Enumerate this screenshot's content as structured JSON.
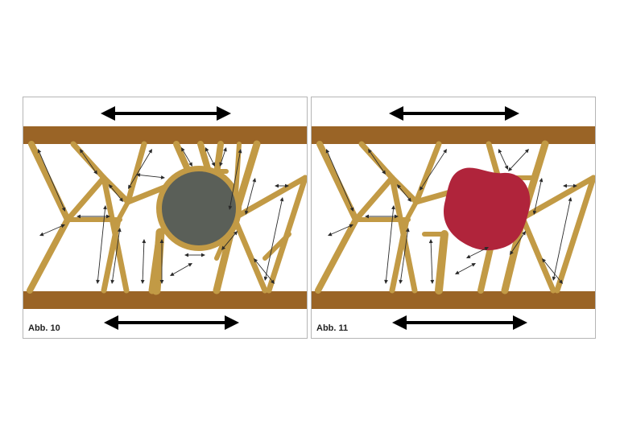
{
  "colors": {
    "plate": "#9a6426",
    "strut": "#c29a45",
    "arrow": "#000000",
    "thin_arrow": "#2a2a2a",
    "inclusion_round": "#5a5f58",
    "inclusion_blob": "#b0243b",
    "border": "#b5b5b5",
    "caption_text": "#222222"
  },
  "figures": [
    {
      "caption": "Abb. 10",
      "inclusion": "round"
    },
    {
      "caption": "Abb. 11",
      "inclusion": "irregular"
    }
  ],
  "icons": {
    "big_arrow": "double-headed-arrow",
    "small_arrow": "double-headed-arrow"
  }
}
